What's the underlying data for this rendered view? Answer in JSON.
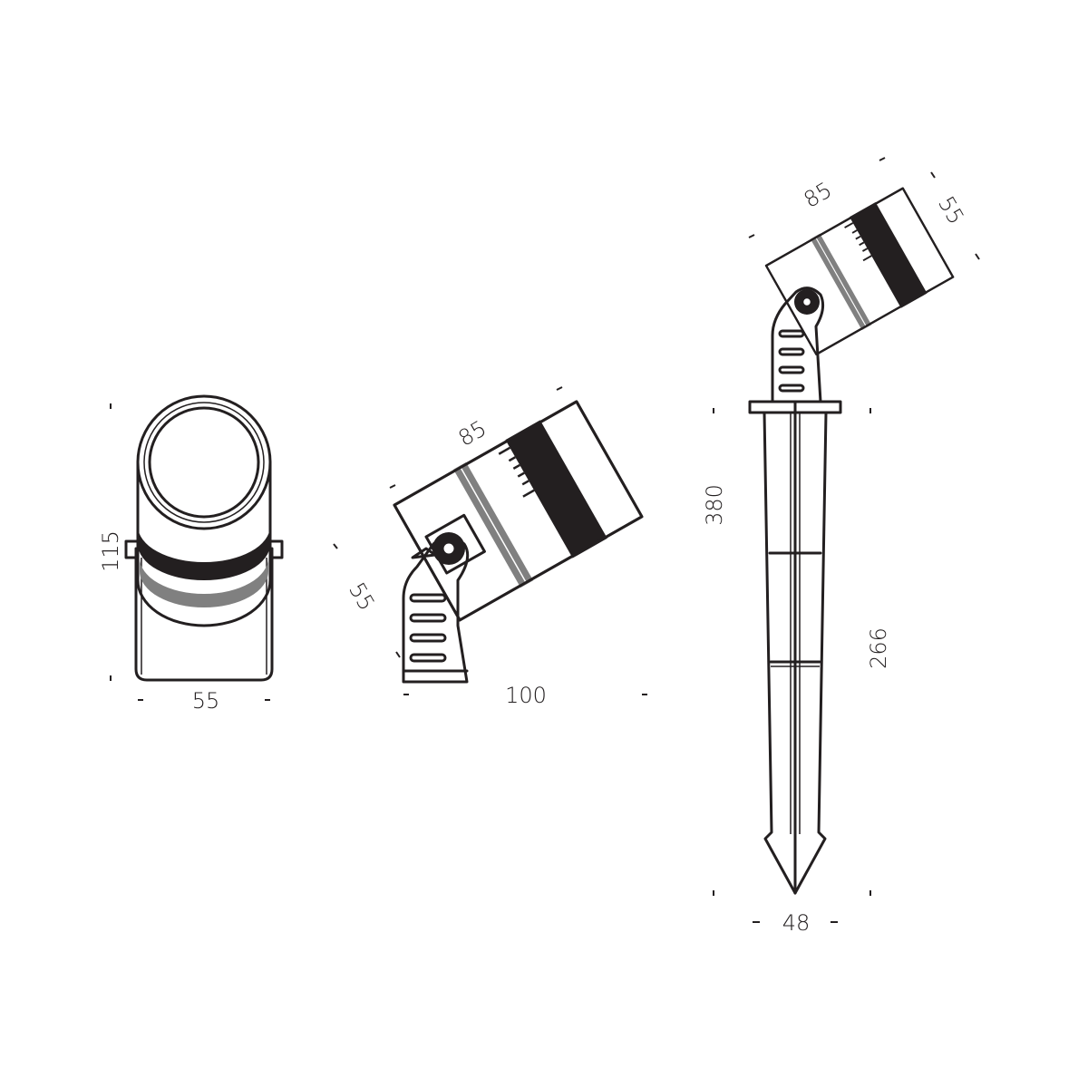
{
  "colors": {
    "line": "#231f20",
    "band_dark": "#231f20",
    "band_grey": "#808080",
    "background": "#ffffff"
  },
  "front_view": {
    "height_label": "115",
    "width_label": "55"
  },
  "side_view": {
    "length_label": "85",
    "diameter_label": "55",
    "depth_label": "100"
  },
  "spike_view": {
    "length_label": "85",
    "diameter_label": "55",
    "total_height_label": "380",
    "spike_height_label": "266",
    "width_label": "48"
  }
}
